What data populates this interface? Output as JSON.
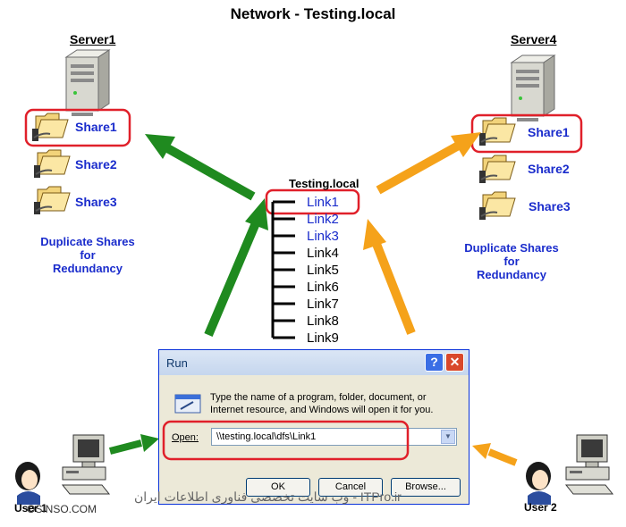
{
  "title": "Network - Testing.local",
  "server1": {
    "label": "Server1",
    "shares": [
      "Share1",
      "Share2",
      "Share3"
    ],
    "note": [
      "Duplicate Shares",
      "for",
      "Redundancy"
    ]
  },
  "server4": {
    "label": "Server4",
    "shares": [
      "Share1",
      "Share2",
      "Share3"
    ],
    "note": [
      "Duplicate Shares",
      "for",
      "Redundancy"
    ]
  },
  "dfs": {
    "title": "Testing.local",
    "links": [
      "Link1",
      "Link2",
      "Link3",
      "Link4",
      "Link5",
      "Link6",
      "Link7",
      "Link8",
      "Link9"
    ]
  },
  "run_dialog": {
    "title": "Run",
    "help_label": "?",
    "close_label": "✕",
    "description": "Type the name of a program, folder, document, or Internet resource, and Windows will open it for you.",
    "open_label": "Open:",
    "open_value": "\\\\testing.local\\dfs\\Link1",
    "ok_label": "OK",
    "cancel_label": "Cancel",
    "browse_label": "Browse..."
  },
  "users": {
    "left": "User 1",
    "right": "User 2"
  },
  "watermark": {
    "left": "OSINSO.COM",
    "right": "ITPro.ir - وب سایت تخصصی فناوری اطلاعات ایران"
  },
  "colors": {
    "blue_text": "#1a2ccc",
    "green_arrow": "#1f8a1f",
    "orange_arrow": "#f5a21a",
    "highlight": "#e0202a"
  }
}
